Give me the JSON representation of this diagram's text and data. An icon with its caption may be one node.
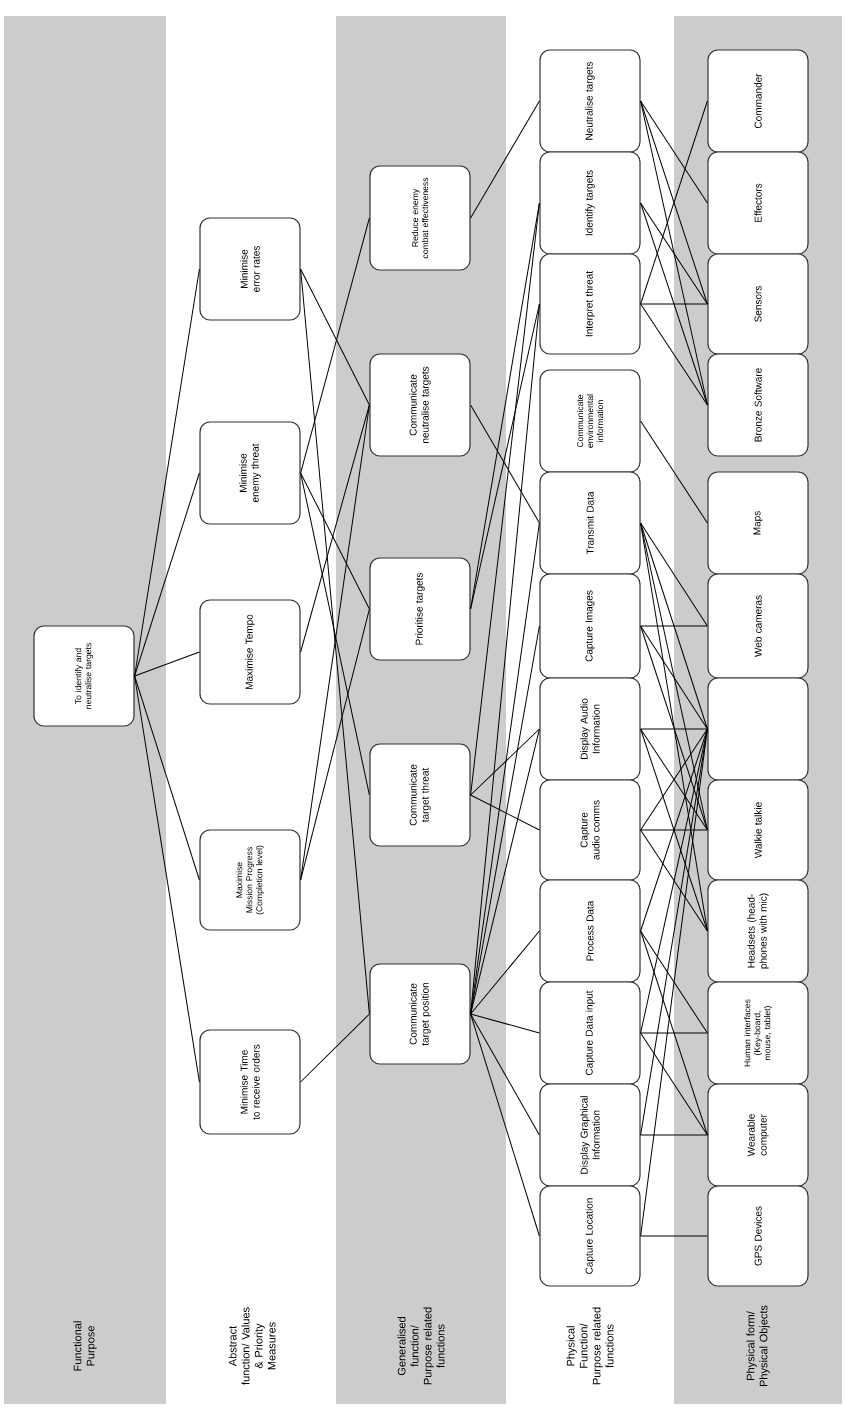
{
  "diagram": {
    "nodes": [
      {
        "text": [
          "To identify and neutralise targets"
        ]
      },
      {
        "text": [
          "Minimise error rates"
        ]
      },
      {
        "text": [
          "Minimise enemy threat"
        ]
      },
      {
        "text": [
          "Maximise Tempo"
        ]
      },
      {
        "text": [
          "Maximise Mission Progress (Completion level)"
        ]
      },
      {
        "text": [
          "Minimise Time to receive orders"
        ]
      },
      {
        "text": [
          "Reduce enemy combat effectiveness"
        ]
      },
      {
        "text": [
          "Communicate neutralise targets"
        ]
      },
      {
        "text": [
          "Prioritise targets"
        ]
      },
      {
        "text": [
          "Communicate target threat"
        ]
      },
      {
        "text": [
          "Communicate target position"
        ]
      },
      {
        "text": [
          "Neutralise targets"
        ]
      },
      {
        "text": [
          "Identify targets"
        ]
      },
      {
        "text": [
          "Interpret threat"
        ]
      },
      {
        "text": [
          "Communicate environmental information"
        ]
      },
      {
        "text": [
          "Transmit Data"
        ]
      },
      {
        "text": [
          "Capture Images"
        ]
      },
      {
        "text": [
          "Display Audio Information"
        ]
      },
      {
        "text": [
          "Capture audio comms"
        ]
      },
      {
        "text": [
          "Process Data"
        ]
      },
      {
        "text": [
          "Capture Data input"
        ]
      },
      {
        "text": [
          "Display Graphical Information"
        ]
      },
      {
        "text": [
          "Capture Location"
        ]
      },
      {
        "text": [
          "Commander"
        ]
      },
      {
        "text": [
          "Effectors"
        ]
      },
      {
        "text": [
          "Sensors"
        ]
      },
      {
        "text": [
          "Bronze Software"
        ]
      },
      {
        "text": [
          "Maps"
        ]
      },
      {
        "text": [
          "Web cameras"
        ]
      },
      {
        "text": [],
        "shape": "box"
      },
      {
        "text": [
          "Walkie talkie"
        ]
      },
      {
        "text": [
          "Headsets (head-phones with mic)"
        ]
      },
      {
        "text": [
          "Human interfaces (Key-board, mouse, tablet)"
        ]
      },
      {
        "text": [
          "Wearable computer"
        ]
      },
      {
        "text": [
          "GPS Devices"
        ]
      }
    ],
    "edges": [
      {
        "from": 0,
        "to": 1,
        "arrow": "none"
      },
      {
        "from": 0,
        "to": 2,
        "arrow": "none"
      },
      {
        "from": 0,
        "to": 3,
        "arrow": "none"
      },
      {
        "from": 0,
        "to": 4,
        "arrow": "none"
      },
      {
        "from": 0,
        "to": 5,
        "arrow": "none"
      },
      {
        "from": 1,
        "to": 7,
        "arrow": "none"
      },
      {
        "from": 1,
        "to": 10,
        "arrow": "none"
      },
      {
        "from": 2,
        "to": 6,
        "arrow": "none"
      },
      {
        "from": 2,
        "to": 8,
        "arrow": "none"
      },
      {
        "from": 2,
        "to": 9,
        "arrow": "none"
      },
      {
        "from": 3,
        "to": 7,
        "arrow": "none"
      },
      {
        "from": 4,
        "to": 7,
        "arrow": "none"
      },
      {
        "from": 4,
        "to": 8,
        "arrow": "none"
      },
      {
        "from": 5,
        "to": 10,
        "arrow": "none"
      },
      {
        "from": 6,
        "to": 11,
        "arrow": "none"
      },
      {
        "from": 7,
        "to": 15,
        "arrow": "none"
      },
      {
        "from": 8,
        "to": 12,
        "arrow": "none"
      },
      {
        "from": 8,
        "to": 13,
        "arrow": "none"
      },
      {
        "from": 9,
        "to": 12,
        "arrow": "none"
      },
      {
        "from": 9,
        "to": 17,
        "arrow": "none"
      },
      {
        "from": 9,
        "to": 18,
        "arrow": "none"
      },
      {
        "from": 10,
        "to": 13,
        "arrow": "none"
      },
      {
        "from": 10,
        "to": 15,
        "arrow": "none"
      },
      {
        "from": 10,
        "to": 16,
        "arrow": "none"
      },
      {
        "from": 10,
        "to": 17,
        "arrow": "none"
      },
      {
        "from": 10,
        "to": 19,
        "arrow": "none"
      },
      {
        "from": 10,
        "to": 20,
        "arrow": "none"
      },
      {
        "from": 10,
        "to": 21,
        "arrow": "none"
      },
      {
        "from": 10,
        "to": 22,
        "arrow": "none"
      },
      {
        "from": 11,
        "to": 24,
        "arrow": "none"
      },
      {
        "from": 11,
        "to": 25,
        "arrow": "none"
      },
      {
        "from": 11,
        "to": 26,
        "arrow": "none"
      },
      {
        "from": 12,
        "to": 25,
        "arrow": "none"
      },
      {
        "from": 12,
        "to": 26,
        "arrow": "none"
      },
      {
        "from": 13,
        "to": 23,
        "arrow": "none"
      },
      {
        "from": 13,
        "to": 25,
        "arrow": "none"
      },
      {
        "from": 13,
        "to": 26,
        "arrow": "none"
      },
      {
        "from": 14,
        "to": 27,
        "arrow": "none"
      },
      {
        "from": 15,
        "to": 28,
        "arrow": "none"
      },
      {
        "from": 15,
        "to": 29,
        "arrow": "none"
      },
      {
        "from": 15,
        "to": 30,
        "arrow": "none"
      },
      {
        "from": 15,
        "to": 31,
        "arrow": "none"
      },
      {
        "from": 16,
        "to": 28,
        "arrow": "none"
      },
      {
        "from": 16,
        "to": 29,
        "arrow": "none"
      },
      {
        "from": 16,
        "to": 30,
        "arrow": "none"
      },
      {
        "from": 17,
        "to": 29,
        "arrow": "none"
      },
      {
        "from": 17,
        "to": 30,
        "arrow": "none"
      },
      {
        "from": 17,
        "to": 31,
        "arrow": "none"
      },
      {
        "from": 18,
        "to": 29,
        "arrow": "none"
      },
      {
        "from": 18,
        "to": 30,
        "arrow": "none"
      },
      {
        "from": 18,
        "to": 31,
        "arrow": "none"
      },
      {
        "from": 19,
        "to": 29,
        "arrow": "none"
      },
      {
        "from": 19,
        "to": 32,
        "arrow": "none"
      },
      {
        "from": 19,
        "to": 33,
        "arrow": "none"
      },
      {
        "from": 20,
        "to": 29,
        "arrow": "none"
      },
      {
        "from": 20,
        "to": 32,
        "arrow": "none"
      },
      {
        "from": 20,
        "to": 33,
        "arrow": "none"
      },
      {
        "from": 21,
        "to": 29,
        "arrow": "none"
      },
      {
        "from": 21,
        "to": 33,
        "arrow": "none"
      },
      {
        "from": 22,
        "to": 29,
        "arrow": "none"
      },
      {
        "from": 22,
        "to": 34,
        "arrow": "none"
      }
    ],
    "labels": [
      "Functional Purpose",
      "Abstract function/ Values & Priority Measures",
      "Generalised function/ Purpose related functions",
      "Physical Function/ Purpose related functions",
      "Physical form/ Physical Objects"
    ]
  }
}
